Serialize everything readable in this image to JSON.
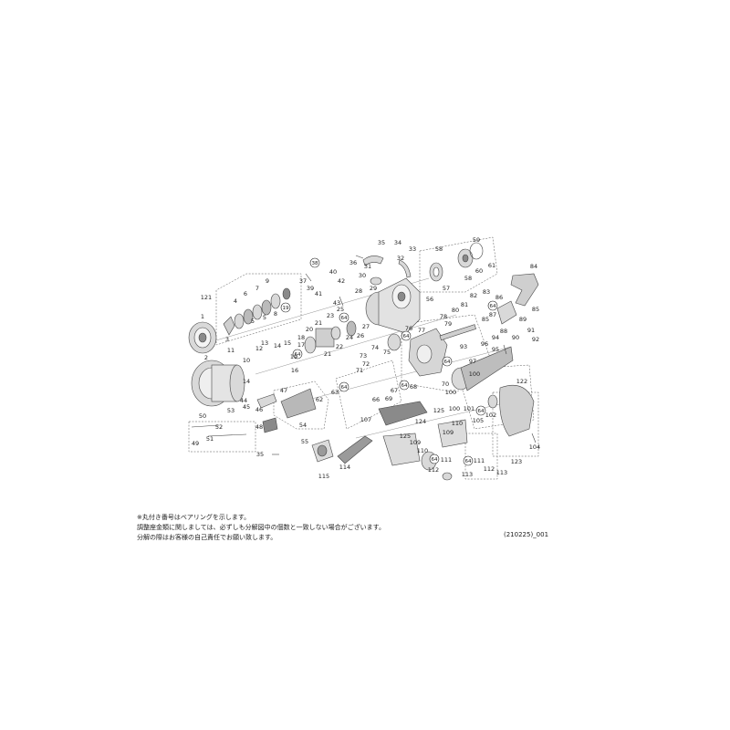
{
  "notes": [
    "※丸付き番号はベアリングを示します。",
    "調整座金類に関しましては、必ずしも分解図中の個数と一致しない場合がございます。",
    "分解の際はお客様の自己責任でお願い致します。"
  ],
  "diagram_code": "(210225)_001",
  "colors": {
    "line": "#444444",
    "fill": "#d9d9d9",
    "dark": "#8a8a8a"
  },
  "parts": [
    {
      "id": "part-1",
      "label": "1"
    },
    {
      "id": "part-2",
      "label": "2"
    },
    {
      "id": "part-3",
      "label": "3"
    },
    {
      "id": "part-4",
      "label": "4"
    },
    {
      "id": "part-5a",
      "label": "5"
    },
    {
      "id": "part-5b",
      "label": "5"
    },
    {
      "id": "part-6",
      "label": "6"
    },
    {
      "id": "part-7",
      "label": "7"
    },
    {
      "id": "part-8",
      "label": "8"
    },
    {
      "id": "part-9",
      "label": "9"
    },
    {
      "id": "part-10",
      "label": "10"
    },
    {
      "id": "part-11",
      "label": "11"
    },
    {
      "id": "part-12",
      "label": "12"
    },
    {
      "id": "part-13",
      "label": "13"
    },
    {
      "id": "part-14a",
      "label": "14"
    },
    {
      "id": "part-14b",
      "label": "14"
    },
    {
      "id": "part-15",
      "label": "15"
    },
    {
      "id": "part-16",
      "label": "16"
    },
    {
      "id": "part-17",
      "label": "17"
    },
    {
      "id": "part-18",
      "label": "18"
    },
    {
      "id": "part-19",
      "label": "19"
    },
    {
      "id": "part-20",
      "label": "20"
    },
    {
      "id": "part-21a",
      "label": "21"
    },
    {
      "id": "part-21b",
      "label": "21"
    },
    {
      "id": "part-22",
      "label": "22"
    },
    {
      "id": "part-23",
      "label": "23"
    },
    {
      "id": "part-24",
      "label": "24"
    },
    {
      "id": "part-25",
      "label": "25"
    },
    {
      "id": "part-26",
      "label": "26"
    },
    {
      "id": "part-27",
      "label": "27"
    },
    {
      "id": "part-28",
      "label": "28"
    },
    {
      "id": "part-29",
      "label": "29"
    },
    {
      "id": "part-30",
      "label": "30"
    },
    {
      "id": "part-31",
      "label": "31"
    },
    {
      "id": "part-32",
      "label": "32"
    },
    {
      "id": "part-33",
      "label": "33"
    },
    {
      "id": "part-34",
      "label": "34"
    },
    {
      "id": "part-35a",
      "label": "35"
    },
    {
      "id": "part-35b",
      "label": "35"
    },
    {
      "id": "part-36",
      "label": "36"
    },
    {
      "id": "part-37",
      "label": "37"
    },
    {
      "id": "part-39",
      "label": "39"
    },
    {
      "id": "part-40",
      "label": "40"
    },
    {
      "id": "part-41",
      "label": "41"
    },
    {
      "id": "part-42",
      "label": "42"
    },
    {
      "id": "part-43",
      "label": "43"
    },
    {
      "id": "part-44",
      "label": "44"
    },
    {
      "id": "part-45",
      "label": "45"
    },
    {
      "id": "part-46",
      "label": "46"
    },
    {
      "id": "part-47",
      "label": "47"
    },
    {
      "id": "part-48",
      "label": "48"
    },
    {
      "id": "part-49",
      "label": "49"
    },
    {
      "id": "part-50",
      "label": "50"
    },
    {
      "id": "part-51",
      "label": "51"
    },
    {
      "id": "part-52",
      "label": "52"
    },
    {
      "id": "part-53",
      "label": "53"
    },
    {
      "id": "part-54",
      "label": "54"
    },
    {
      "id": "part-55",
      "label": "55"
    },
    {
      "id": "part-56",
      "label": "56"
    },
    {
      "id": "part-57",
      "label": "57"
    },
    {
      "id": "part-58a",
      "label": "58"
    },
    {
      "id": "part-58b",
      "label": "58"
    },
    {
      "id": "part-59",
      "label": "59"
    },
    {
      "id": "part-60",
      "label": "60"
    },
    {
      "id": "part-61",
      "label": "61"
    },
    {
      "id": "part-62",
      "label": "62"
    },
    {
      "id": "part-63",
      "label": "63"
    },
    {
      "id": "part-66",
      "label": "66"
    },
    {
      "id": "part-67",
      "label": "67"
    },
    {
      "id": "part-68",
      "label": "68"
    },
    {
      "id": "part-69",
      "label": "69"
    },
    {
      "id": "part-70",
      "label": "70"
    },
    {
      "id": "part-71",
      "label": "71"
    },
    {
      "id": "part-72",
      "label": "72"
    },
    {
      "id": "part-73",
      "label": "73"
    },
    {
      "id": "part-74",
      "label": "74"
    },
    {
      "id": "part-75",
      "label": "75"
    },
    {
      "id": "part-76",
      "label": "76"
    },
    {
      "id": "part-77",
      "label": "77"
    },
    {
      "id": "part-78",
      "label": "78"
    },
    {
      "id": "part-79",
      "label": "79"
    },
    {
      "id": "part-80",
      "label": "80"
    },
    {
      "id": "part-81",
      "label": "81"
    },
    {
      "id": "part-82",
      "label": "82"
    },
    {
      "id": "part-83",
      "label": "83"
    },
    {
      "id": "part-84",
      "label": "84"
    },
    {
      "id": "part-85a",
      "label": "85"
    },
    {
      "id": "part-85b",
      "label": "85"
    },
    {
      "id": "part-86",
      "label": "86"
    },
    {
      "id": "part-87",
      "label": "87"
    },
    {
      "id": "part-88",
      "label": "88"
    },
    {
      "id": "part-89",
      "label": "89"
    },
    {
      "id": "part-90",
      "label": "90"
    },
    {
      "id": "part-91",
      "label": "91"
    },
    {
      "id": "part-92",
      "label": "92"
    },
    {
      "id": "part-93",
      "label": "93"
    },
    {
      "id": "part-94",
      "label": "94"
    },
    {
      "id": "part-95",
      "label": "95"
    },
    {
      "id": "part-96",
      "label": "96"
    },
    {
      "id": "part-97",
      "label": "97"
    },
    {
      "id": "part-100a",
      "label": "100"
    },
    {
      "id": "part-100b",
      "label": "100"
    },
    {
      "id": "part-100c",
      "label": "100"
    },
    {
      "id": "part-101",
      "label": "101"
    },
    {
      "id": "part-102",
      "label": "102"
    },
    {
      "id": "part-104",
      "label": "104"
    },
    {
      "id": "part-105",
      "label": "105"
    },
    {
      "id": "part-107",
      "label": "107"
    },
    {
      "id": "part-109a",
      "label": "109"
    },
    {
      "id": "part-109b",
      "label": "109"
    },
    {
      "id": "part-110a",
      "label": "110"
    },
    {
      "id": "part-110b",
      "label": "110"
    },
    {
      "id": "part-111a",
      "label": "111"
    },
    {
      "id": "part-111b",
      "label": "111"
    },
    {
      "id": "part-112a",
      "label": "112"
    },
    {
      "id": "part-112b",
      "label": "112"
    },
    {
      "id": "part-113a",
      "label": "113"
    },
    {
      "id": "part-113b",
      "label": "113"
    },
    {
      "id": "part-114",
      "label": "114"
    },
    {
      "id": "part-115",
      "label": "115"
    },
    {
      "id": "part-121",
      "label": "121"
    },
    {
      "id": "part-122",
      "label": "122"
    },
    {
      "id": "part-123",
      "label": "123"
    },
    {
      "id": "part-124",
      "label": "124"
    },
    {
      "id": "part-125a",
      "label": "125"
    },
    {
      "id": "part-125b",
      "label": "125"
    }
  ],
  "bearings": [
    {
      "id": "bearing-19",
      "label": "19"
    },
    {
      "id": "bearing-38",
      "label": "38"
    },
    {
      "id": "bearing-64a",
      "label": "64"
    },
    {
      "id": "bearing-64b",
      "label": "64"
    },
    {
      "id": "bearing-64c",
      "label": "64"
    },
    {
      "id": "bearing-64d",
      "label": "64"
    },
    {
      "id": "bearing-64e",
      "label": "64"
    },
    {
      "id": "bearing-64f",
      "label": "64"
    },
    {
      "id": "bearing-64g",
      "label": "64"
    },
    {
      "id": "bearing-64h",
      "label": "64"
    },
    {
      "id": "bearing-64i",
      "label": "64"
    },
    {
      "id": "bearing-64j",
      "label": "64"
    }
  ]
}
